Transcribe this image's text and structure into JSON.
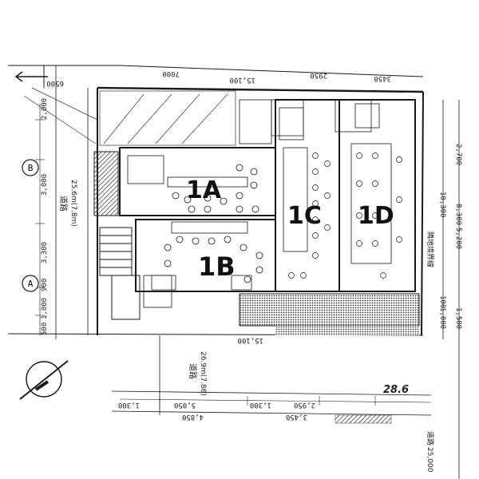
{
  "units": [
    {
      "id": "1A",
      "label": "1A"
    },
    {
      "id": "1B",
      "label": "1B"
    },
    {
      "id": "1C",
      "label": "1C"
    },
    {
      "id": "1D",
      "label": "1D"
    }
  ],
  "axis_markers": {
    "b": "B",
    "a": "A"
  },
  "dimensions": {
    "top": [
      "6500",
      "7000",
      "15,100",
      "2950",
      "3450"
    ],
    "left": [
      "2,000",
      "3,000",
      "3,300",
      "900",
      "1,000",
      "500"
    ],
    "right": [
      "2,700",
      "10,300",
      "8,300",
      "5,200",
      "100",
      "1,000",
      "1,500"
    ],
    "bottom": [
      "15,100",
      "1,300",
      "5,050",
      "1,300",
      "2,950",
      "4,850",
      "3,450"
    ]
  },
  "labels": {
    "road_west": "道路",
    "road_west_width": "25.6m(7.8m)",
    "road_south": "道路",
    "road_south_width": "26.9m(7.86)",
    "road_east": "隣地境界線",
    "handwritten_value": "28.6",
    "bottom_right_road": "道路",
    "bottom_right_width": "25,000"
  },
  "colors": {
    "ink": "#1a1a1a",
    "paper": "#ffffff",
    "hatch": "#555555"
  }
}
